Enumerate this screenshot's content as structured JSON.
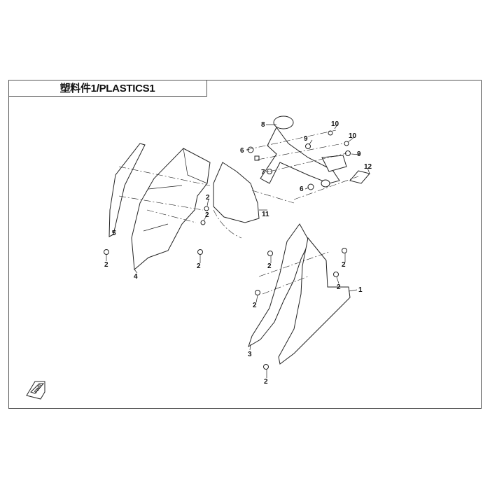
{
  "title": "塑料件1/PLASTICS1",
  "fwd_icon_text": "FWD",
  "callouts": {
    "c8": "8",
    "c10a": "10",
    "c9a": "9",
    "c10b": "10",
    "c9b": "9",
    "c6a": "6",
    "c7": "7",
    "c12": "12",
    "c6b": "6",
    "c11": "11",
    "c5": "5",
    "c2a": "2",
    "c4": "4",
    "c2b": "2",
    "c2c": "2",
    "c2d": "2",
    "c2e": "2",
    "c2f": "2",
    "c2g": "2",
    "c1": "1",
    "c2h": "2",
    "c3": "3",
    "c2i": "2"
  }
}
